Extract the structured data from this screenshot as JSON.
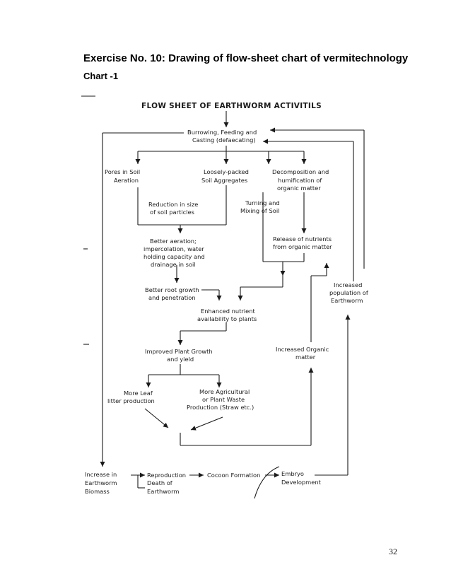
{
  "header": {
    "title": "Exercise No. 10: Drawing of flow-sheet chart of vermitechnology",
    "subtitle": "Chart -1"
  },
  "diagram": {
    "title": "FLOW SHEET OF EARTHWORM ACTIVITILS",
    "nodes": {
      "burrowing": [
        "Burrowing, Feeding and",
        "Casting (defaecating)"
      ],
      "pores": [
        "Pores in Soil",
        "Aeration"
      ],
      "loosely": [
        "Loosely-packed",
        "Soil Aggregates"
      ],
      "decomp": [
        "Decomposition and",
        "humification of",
        "organic matter"
      ],
      "reduction": [
        "Reduction in size",
        "of soil particles"
      ],
      "turning": [
        "Turning and",
        "Mixing of Soil"
      ],
      "better_aeration": [
        "Better aeration;",
        "impercolation, water",
        "holding capacity and",
        "drainage in soil"
      ],
      "release": [
        "Release of nutrients",
        "from organic matter"
      ],
      "increased_pop": [
        "Increased",
        "population of",
        "Earthworm"
      ],
      "root": [
        "Better root growth",
        "and penetration"
      ],
      "enhanced": [
        "Enhanced nutrient",
        "availability to plants"
      ],
      "improved": [
        "Improved Plant Growth",
        "and yield"
      ],
      "organic": [
        "Increased Organic",
        "matter"
      ],
      "leaf": [
        "More Leaf",
        "litter production"
      ],
      "agri": [
        "More Agricultural",
        "or Plant Waste",
        "Production (Straw etc.)"
      ],
      "biomass": [
        "Increase in",
        "Earthworm",
        "Biomass"
      ],
      "repro": [
        "Reproduction",
        "Death of",
        "Earthworm"
      ],
      "cocoon": [
        "Cocoon Formation"
      ],
      "embryo": [
        "Embryo",
        "Development"
      ]
    }
  },
  "page_number": "32"
}
